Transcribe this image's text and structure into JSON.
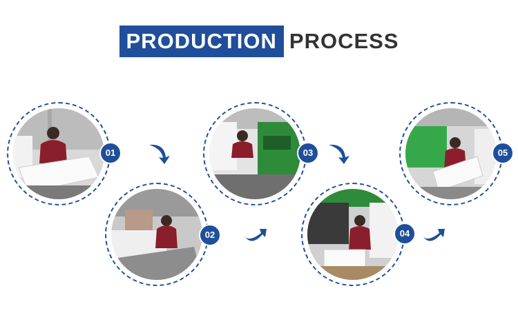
{
  "header": {
    "title_highlight": "PRODUCTION",
    "title_rest": "PROCESS"
  },
  "colors": {
    "brand_blue": "#1f4f9a",
    "title_gray": "#333333",
    "worker_red": "#8b1e2d"
  },
  "steps": [
    {
      "number": "01"
    },
    {
      "number": "02"
    },
    {
      "number": "03"
    },
    {
      "number": "04"
    },
    {
      "number": "05"
    }
  ],
  "arrows": [
    {
      "icon": "curved-arrow-down-icon"
    },
    {
      "icon": "curved-arrow-up-icon"
    },
    {
      "icon": "curved-arrow-down-icon"
    },
    {
      "icon": "curved-arrow-up-icon"
    }
  ]
}
